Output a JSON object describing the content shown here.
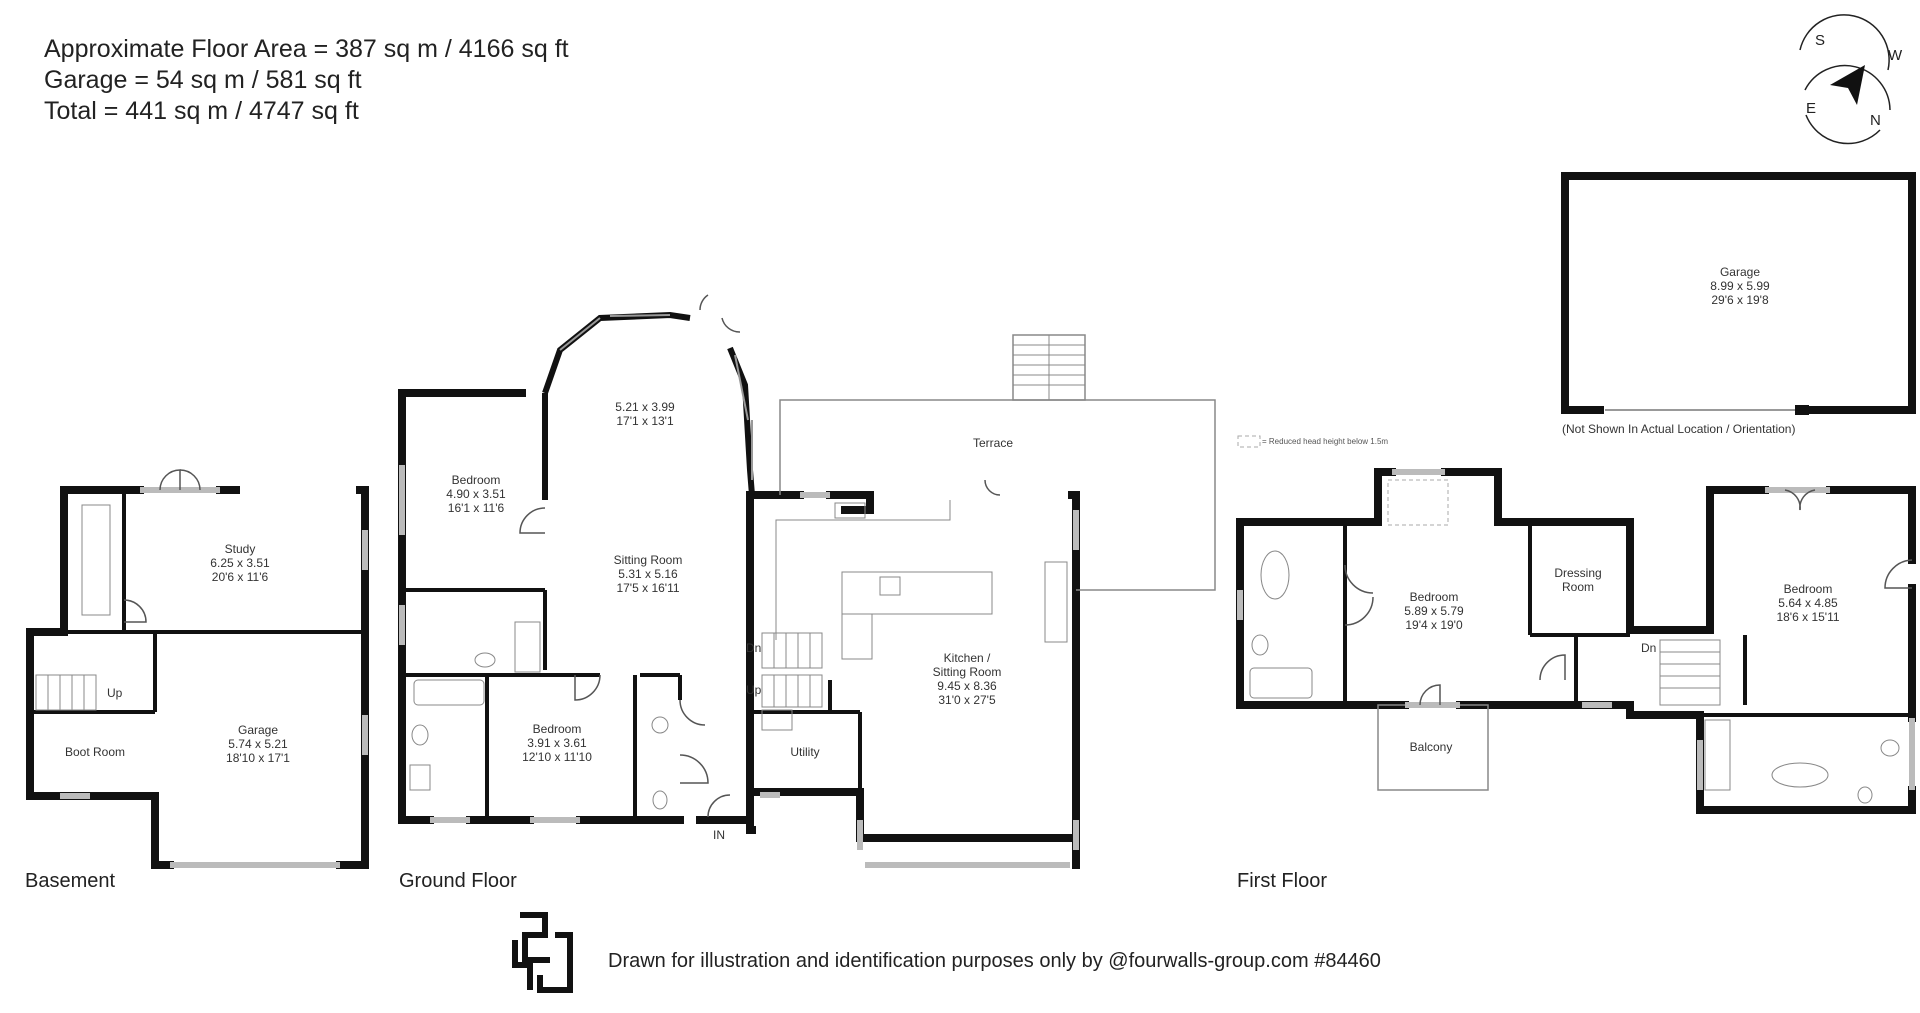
{
  "summary": {
    "floor_area": "Approximate Floor Area = 387 sq m / 4166 sq ft",
    "garage_area": "Garage = 54 sq m / 581 sq ft",
    "total_area": "Total = 441 sq m / 4747 sq ft"
  },
  "compass": {
    "s": "S",
    "w": "W",
    "e": "E",
    "n": "N"
  },
  "floors": {
    "basement": "Basement",
    "ground": "Ground Floor",
    "first": "First Floor"
  },
  "rooms": {
    "study": {
      "name": "Study",
      "metric": "6.25 x 3.51",
      "imperial": "20'6 x 11'6"
    },
    "basement_garage": {
      "name": "Garage",
      "metric": "5.74 x 5.21",
      "imperial": "18'10 x 17'1"
    },
    "boot_room": {
      "name": "Boot Room"
    },
    "basement_up": "Up",
    "gf_bedroom1": {
      "name": "Bedroom",
      "metric": "4.90 x 3.51",
      "imperial": "16'1 x 11'6"
    },
    "bay": {
      "metric": "5.21 x 3.99",
      "imperial": "17'1 x 13'1"
    },
    "sitting_room": {
      "name": "Sitting Room",
      "metric": "5.31 x 5.16",
      "imperial": "17'5 x 16'11"
    },
    "gf_bedroom2": {
      "name": "Bedroom",
      "metric": "3.91 x 3.61",
      "imperial": "12'10 x 11'10"
    },
    "terrace": {
      "name": "Terrace"
    },
    "kitchen": {
      "name": "Kitchen /",
      "name2": "Sitting Room",
      "metric": "9.45 x 8.36",
      "imperial": "31'0 x 27'5"
    },
    "utility": {
      "name": "Utility"
    },
    "gf_dn": "Dn",
    "gf_up": "Up",
    "entrance": "IN",
    "ff_bedroom1": {
      "name": "Bedroom",
      "metric": "5.89 x 5.79",
      "imperial": "19'4 x 19'0"
    },
    "dressing_room": {
      "name": "Dressing",
      "name2": "Room"
    },
    "balcony": {
      "name": "Balcony"
    },
    "ff_dn": "Dn",
    "ff_bedroom2": {
      "name": "Bedroom",
      "metric": "5.64 x 4.85",
      "imperial": "18'6 x 15'11"
    },
    "detached_garage": {
      "name": "Garage",
      "metric": "8.99 x 5.99",
      "imperial": "29'6 x 19'8"
    }
  },
  "notes": {
    "reduced_height": "= Reduced head height below 1.5m",
    "not_shown": "(Not Shown In Actual Location / Orientation)",
    "disclaimer": "Drawn for illustration and identification purposes only by @fourwalls-group.com #84460"
  },
  "colors": {
    "wall": "#111111",
    "fixture": "#888888",
    "window": "#bbbbbb"
  }
}
